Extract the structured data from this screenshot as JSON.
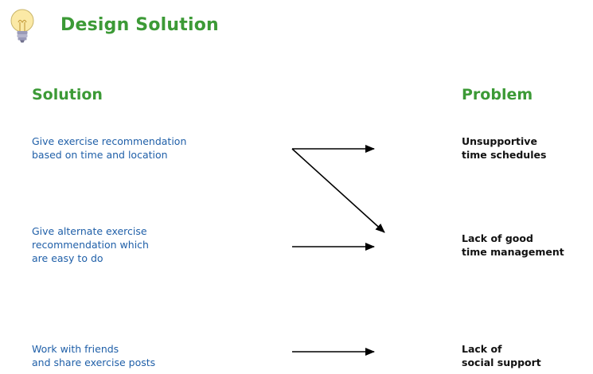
{
  "header": {
    "title": "Design Solution",
    "icon": "lightbulb-icon"
  },
  "columns": {
    "solution_label": "Solution",
    "problem_label": "Problem"
  },
  "solutions": [
    "Give exercise recommendation\nbased on time and location",
    "Give alternate exercise\nrecommendation which\nare easy to do",
    "Work with friends\nand share exercise posts"
  ],
  "problems": [
    "Unsupportive\ntime schedules",
    "Lack of good\ntime management",
    "Lack of\nsocial support"
  ],
  "connections": [
    {
      "from": 0,
      "to": 0
    },
    {
      "from": 0,
      "to": 1
    },
    {
      "from": 1,
      "to": 1
    },
    {
      "from": 2,
      "to": 2
    }
  ],
  "colors": {
    "heading": "#3c9a36",
    "solution_text": "#1f5fa8",
    "problem_text": "#111111",
    "arrow": "#000000"
  }
}
